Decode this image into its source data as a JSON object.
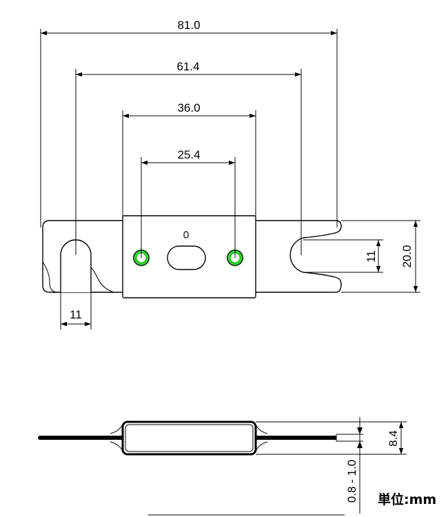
{
  "dimensions": {
    "overall_length": "81.0",
    "hole_spacing": "61.4",
    "body_length": "36.0",
    "bolt_spacing": "25.4",
    "slot_width_left": "11",
    "slot_width_right": "11",
    "blade_width": "20.0",
    "body_height": "8.4",
    "blade_thickness": "0.8 - 1.0"
  },
  "unit_label": "単位:mm",
  "colors": {
    "bolt_indicator": "#22cc22",
    "line": "#000000"
  }
}
